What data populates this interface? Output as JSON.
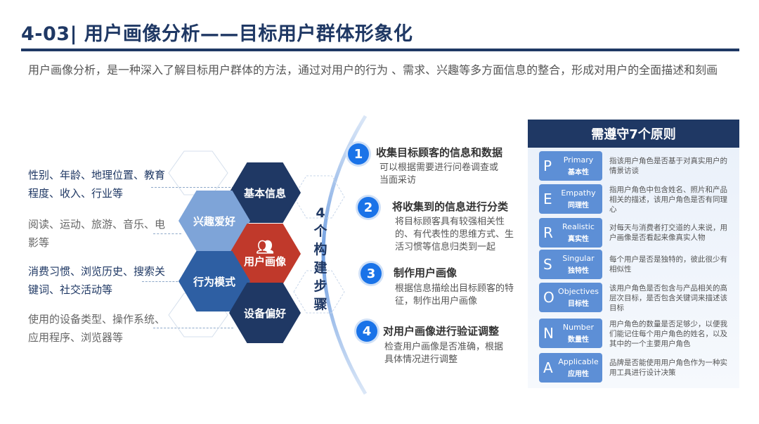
{
  "header": {
    "title": "4-03| 用户画像分析——目标用户群体形象化",
    "intro": "用户画像分析，是一种深入了解目标用户群体的方法，通过对用户的行为 、需求、兴趣等多方面信息的整合，形成对用户的全面描述和刻画"
  },
  "attributes": [
    "性别、年龄、地理位置、教育程度、收入、行业等",
    "阅读、运动、旅游、音乐、电影等",
    "消费习惯、浏览历史、搜索关键词、社交活动等",
    "使用的设备类型、操作系统、应用程序、浏览器等"
  ],
  "hexagons": {
    "basic": "基本信息",
    "interest": "兴趣爱好",
    "center": "用户画像",
    "behavior": "行为模式",
    "device": "设备偏好",
    "vertical_label": "4\n个\n构\n建\n步\n骤"
  },
  "steps": [
    {
      "num": "1",
      "title": "收集目标顾客的信息和数据",
      "desc": "可以根据需要进行问卷调查或当面采访"
    },
    {
      "num": "2",
      "title": "将收集到的信息进行分类",
      "desc": "将目标顾客具有较强相关性的、有代表性的思维方式、生活习惯等信息归类到一起"
    },
    {
      "num": "3",
      "title": "制作用户画像",
      "desc": "根据信息描绘出目标顾客的特征，制作出用户画像"
    },
    {
      "num": "4",
      "title": "对用户画像进行验证调整",
      "desc": "检查用户画像是否准确，根据具体情况进行调整"
    }
  ],
  "principles": {
    "title": "需遵守7个原则",
    "items": [
      {
        "letter": "P",
        "en": "Primary",
        "zh": "基本性",
        "desc": "指该用户角色是否基于对真实用户的情景访谈"
      },
      {
        "letter": "E",
        "en": "Empathy",
        "zh": "同理性",
        "desc": "指用户角色中包含姓名、照片和产品相关的描述，该用户角色是否有同理心"
      },
      {
        "letter": "R",
        "en": "Realistic",
        "zh": "真实性",
        "desc": "对每天与消费者打交道的人来说，用户画像是否看起来像真实人物"
      },
      {
        "letter": "S",
        "en": "Singular",
        "zh": "独特性",
        "desc": "每个用户是否是独特的，彼此很少有相似性"
      },
      {
        "letter": "O",
        "en": "Objectives",
        "zh": "目标性",
        "desc": "该用户角色是否包含与产品相关的高层次目标，是否包含关键词来描述该目标"
      },
      {
        "letter": "N",
        "en": "Number",
        "zh": "数量性",
        "desc": "用户角色的数量是否足够少，以便我们能记住每个用户角色的姓名，以及其中的一个主要用户角色"
      },
      {
        "letter": "A",
        "en": "Applicable",
        "zh": "应用性",
        "desc": "品牌是否能使用用户角色作为一种实用工具进行设计决策"
      }
    ]
  },
  "colors": {
    "primary": "#1f3864",
    "accent": "#1a73e8",
    "highlight": "#c0392b"
  }
}
